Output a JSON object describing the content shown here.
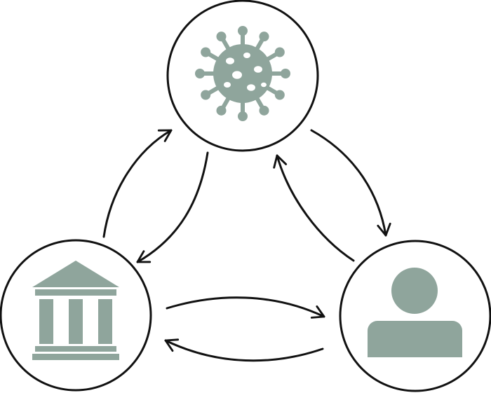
{
  "diagram": {
    "type": "cycle",
    "nodes": [
      {
        "id": "virus",
        "icon": "virus-icon"
      },
      {
        "id": "institution",
        "icon": "bank-building-icon"
      },
      {
        "id": "person",
        "icon": "person-icon"
      }
    ],
    "edges": [
      {
        "from": "institution",
        "to": "virus"
      },
      {
        "from": "virus",
        "to": "institution"
      },
      {
        "from": "virus",
        "to": "person"
      },
      {
        "from": "person",
        "to": "virus"
      },
      {
        "from": "institution",
        "to": "person"
      },
      {
        "from": "person",
        "to": "institution"
      }
    ]
  },
  "colors": {
    "icon": "#8fa59c",
    "stroke": "#111111",
    "background": "#ffffff"
  }
}
